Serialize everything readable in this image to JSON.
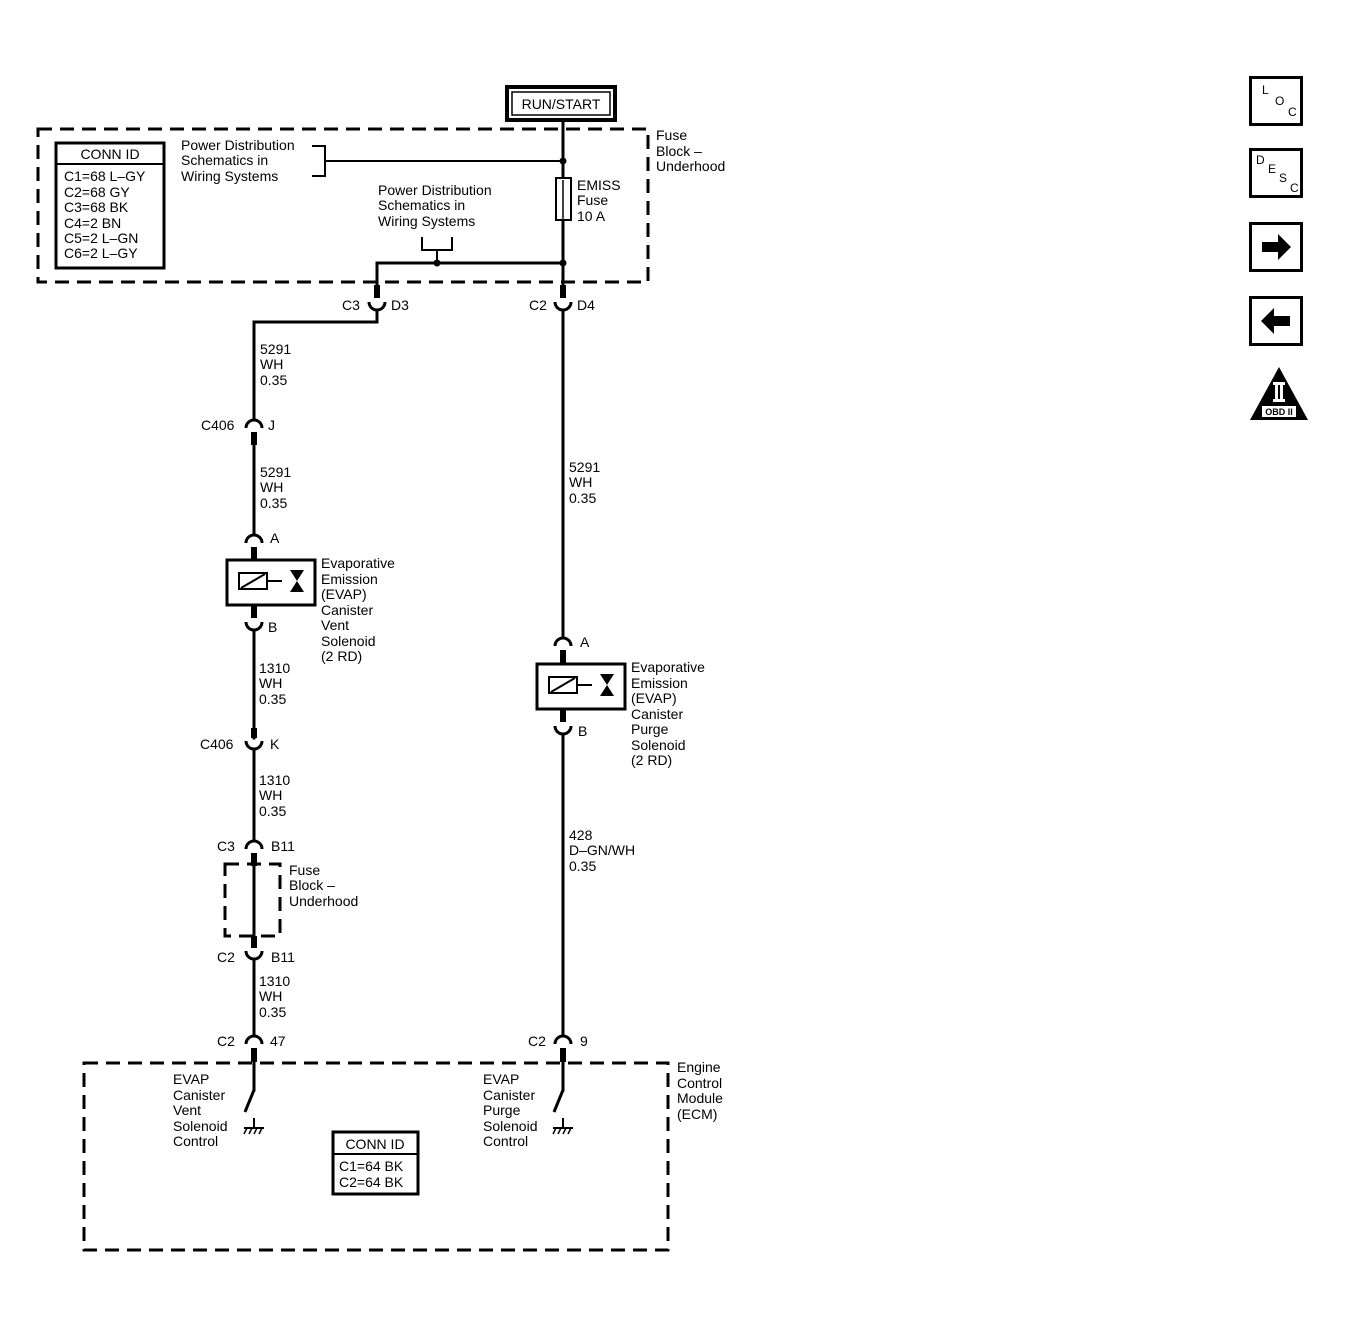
{
  "power_label": "RUN/START",
  "fuse_block_top": {
    "title_lines": [
      "Fuse",
      "Block –",
      "Underhood"
    ]
  },
  "conn_id_top": {
    "header": "CONN ID",
    "rows": [
      "C1=68 L–GY",
      "C2=68 GY",
      "C3=68 BK",
      "C4=2 BN",
      "C5=2 L–GN",
      "C6=2 L–GY"
    ]
  },
  "power_dist_ref_1": [
    "Power Distribution",
    "Schematics in",
    "Wiring Systems"
  ],
  "power_dist_ref_2": [
    "Power Distribution",
    "Schematics in",
    "Wiring Systems"
  ],
  "fuse": [
    "EMISS",
    "Fuse",
    "10 A"
  ],
  "connectors": {
    "c3_d3": [
      "C3",
      "D3"
    ],
    "c2_d4": [
      "C2",
      "D4"
    ],
    "c406_j": [
      "C406",
      "J"
    ],
    "vent_a": "A",
    "vent_b": "B",
    "c406_k": [
      "C406",
      "K"
    ],
    "c3_b11": [
      "C3",
      "B11"
    ],
    "c2_b11": [
      "C2",
      "B11"
    ],
    "c2_47": [
      "C2",
      "47"
    ],
    "purge_a": "A",
    "purge_b": "B",
    "c2_9": [
      "C2",
      "9"
    ]
  },
  "wires": {
    "w1": [
      "5291",
      "WH",
      "0.35"
    ],
    "w2": [
      "5291",
      "WH",
      "0.35"
    ],
    "w3": [
      "1310",
      "WH",
      "0.35"
    ],
    "w4": [
      "1310",
      "WH",
      "0.35"
    ],
    "w5": [
      "1310",
      "WH",
      "0.35"
    ],
    "w6": [
      "5291",
      "WH",
      "0.35"
    ],
    "w7": [
      "428",
      "D–GN/WH",
      "0.35"
    ]
  },
  "vent_solenoid": [
    "Evaporative",
    "Emission",
    "(EVAP)",
    "Canister",
    "Vent",
    "Solenoid",
    "(2 RD)"
  ],
  "purge_solenoid": [
    "Evaporative",
    "Emission",
    "(EVAP)",
    "Canister",
    "Purge",
    "Solenoid",
    "(2 RD)"
  ],
  "fuse_block_inline": [
    "Fuse",
    "Block –",
    "Underhood"
  ],
  "ecm": {
    "title_lines": [
      "Engine",
      "Control",
      "Module",
      "(ECM)"
    ],
    "vent_control": [
      "EVAP",
      "Canister",
      "Vent",
      "Solenoid",
      "Control"
    ],
    "purge_control": [
      "EVAP",
      "Canister",
      "Purge",
      "Solenoid",
      "Control"
    ],
    "conn_id": {
      "header": "CONN ID",
      "rows": [
        "C1=64 BK",
        "C2=64 BK"
      ]
    }
  },
  "nav": {
    "loc": [
      "L",
      "O",
      "C"
    ],
    "desc": [
      "D",
      "E",
      "S",
      "C"
    ],
    "next_icon": "arrow-right",
    "prev_icon": "arrow-left",
    "obd_label": "OBD II",
    "obd_numeral": "II"
  }
}
